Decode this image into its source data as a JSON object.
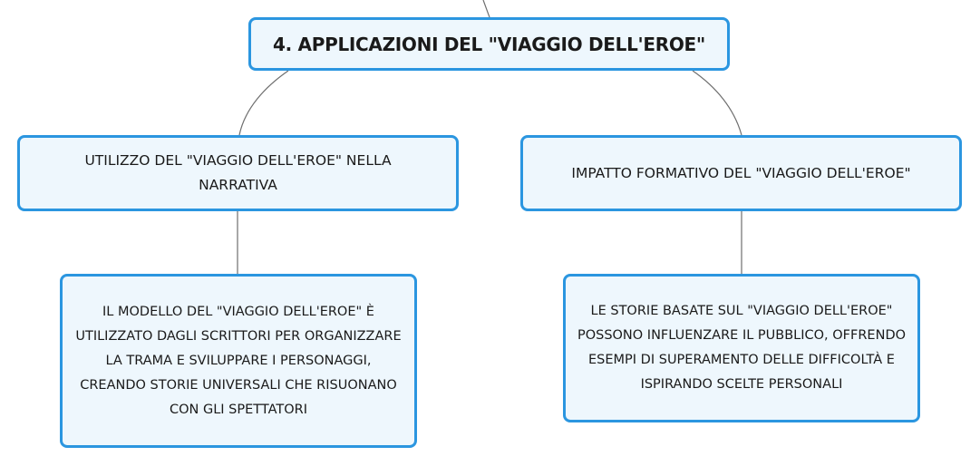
{
  "mindmap": {
    "root": {
      "title": "4. APPLICAZIONI DEL \"VIAGGIO DELL'EROE\""
    },
    "branches": [
      {
        "title": "UTILIZZO DEL \"VIAGGIO DELL'EROE\" NELLA NARRATIVA",
        "detail": "IL MODELLO DEL \"VIAGGIO DELL'EROE\" È UTILIZZATO DAGLI SCRITTORI PER ORGANIZZARE LA TRAMA E SVILUPPARE I PERSONAGGI, CREANDO STORIE UNIVERSALI CHE RISUONANO CON GLI SPETTATORI"
      },
      {
        "title": "IMPATTO FORMATIVO DEL \"VIAGGIO DELL'EROE\"",
        "detail": "LE STORIE BASATE SUL \"VIAGGIO DELL'EROE\" POSSONO INFLUENZARE IL PUBBLICO, OFFRENDO ESEMPI DI SUPERAMENTO DELLE DIFFICOLTÀ E ISPIRANDO SCELTE PERSONALI"
      }
    ]
  },
  "colors": {
    "node_border": "#2b96e0",
    "node_fill": "#eef7fd",
    "connector": "#6e6e6e"
  }
}
